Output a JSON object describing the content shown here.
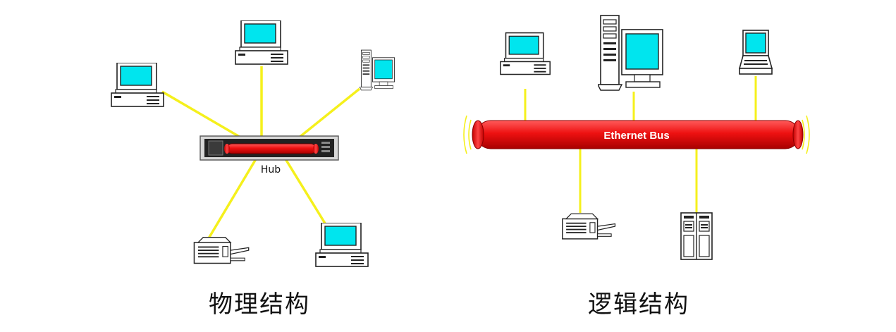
{
  "colors": {
    "link": "#f5f01c",
    "screen": "#00e5ee",
    "bus_red": "#ee1111",
    "hub_body": "#222222",
    "device_fill": "#ffffff",
    "outline": "#222222"
  },
  "physical": {
    "hub_label": "Hub",
    "caption": "物理结构",
    "devices": [
      {
        "name": "desktop-top",
        "icon": "desktop-icon"
      },
      {
        "name": "desktop-left",
        "icon": "desktop-icon"
      },
      {
        "name": "tower-right",
        "icon": "tower-pc-icon"
      },
      {
        "name": "printer-bottom-left",
        "icon": "printer-icon"
      },
      {
        "name": "desktop-bottom-right",
        "icon": "desktop-icon"
      }
    ]
  },
  "logical": {
    "bus_label": "Ethernet Bus",
    "caption": "逻辑结构",
    "devices": [
      {
        "name": "desktop-1",
        "icon": "desktop-icon"
      },
      {
        "name": "tower-2",
        "icon": "tower-pc-icon"
      },
      {
        "name": "laptop-3",
        "icon": "laptop-icon"
      },
      {
        "name": "printer-4",
        "icon": "printer-icon"
      },
      {
        "name": "server-5",
        "icon": "server-icon"
      }
    ]
  }
}
